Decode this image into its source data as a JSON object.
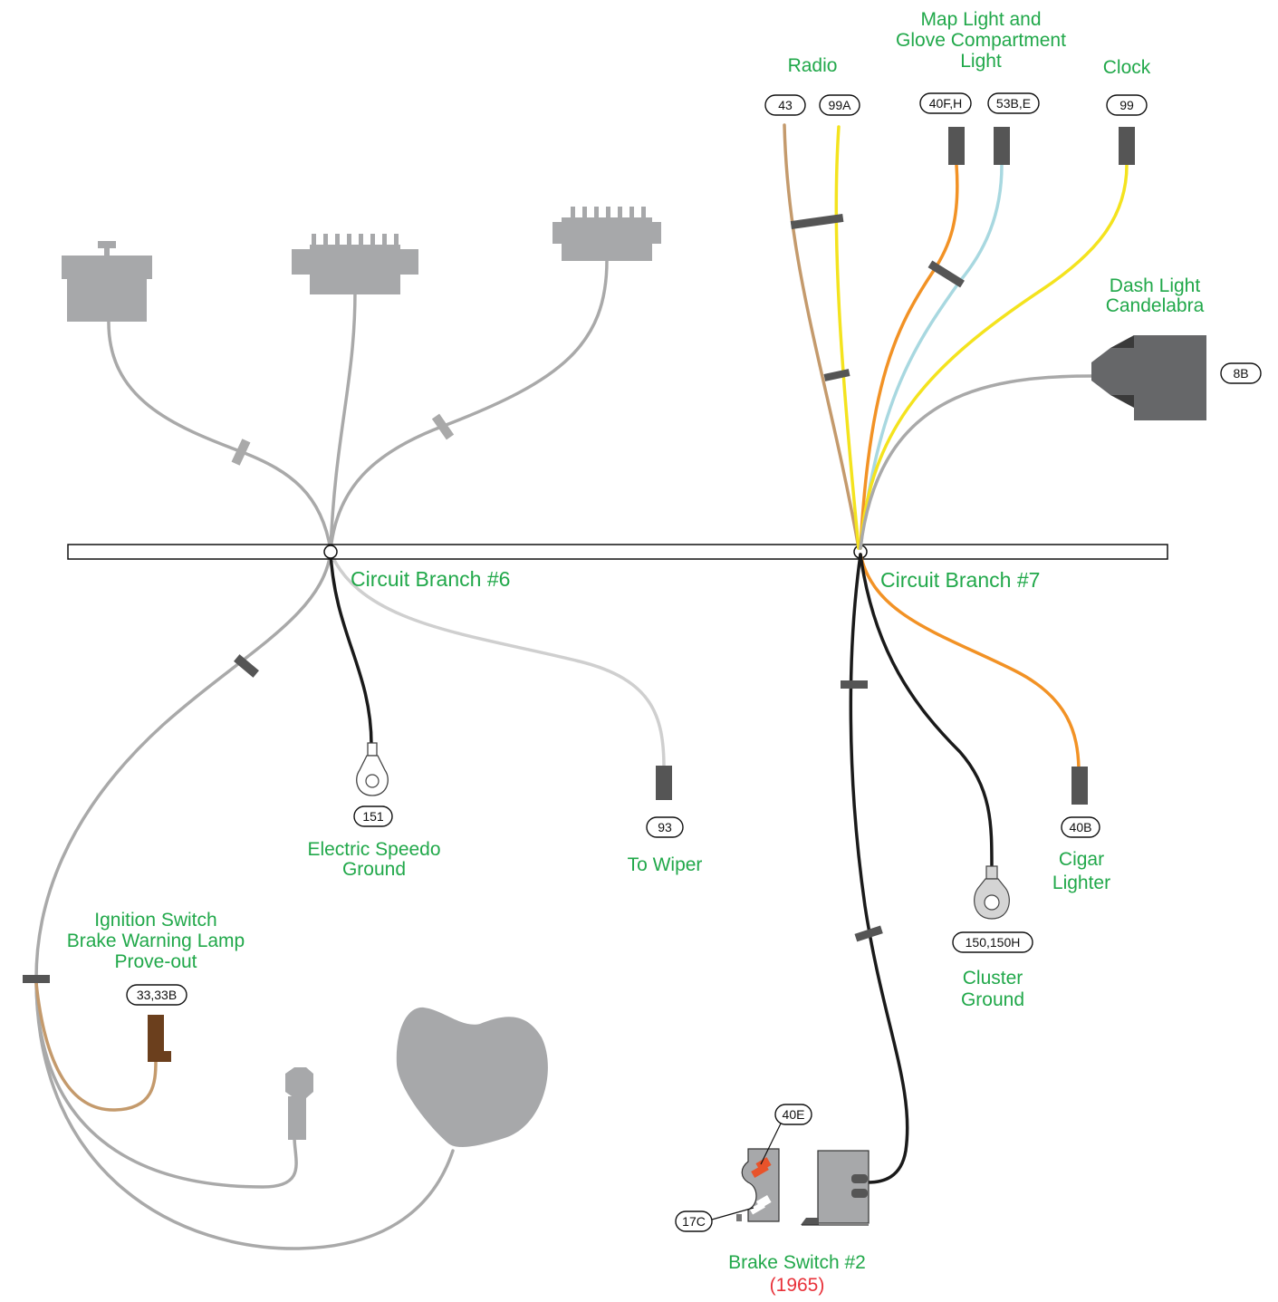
{
  "labels": {
    "branch6": "Circuit Branch #6",
    "branch7": "Circuit Branch #7",
    "radio": "Radio",
    "map_light_1": "Map Light and",
    "map_light_2": "Glove Compartment",
    "map_light_3": "Light",
    "clock": "Clock",
    "dash_light_1": "Dash Light",
    "dash_light_2": "Candelabra",
    "speedo_1": "Electric Speedo",
    "speedo_2": "Ground",
    "wiper": "To Wiper",
    "cigar_1": "Cigar",
    "cigar_2": "Lighter",
    "cluster_1": "Cluster",
    "cluster_2": "Ground",
    "ignition_1": "Ignition Switch",
    "ignition_2": "Brake Warning Lamp",
    "ignition_3": "Prove-out",
    "brake_1": "Brake Switch #2",
    "brake_year": "(1965)"
  },
  "tags": {
    "radio_a": "43",
    "radio_b": "99A",
    "map_a": "40F,H",
    "map_b": "53B,E",
    "clock": "99",
    "dash": "8B",
    "speedo": "151",
    "wiper": "93",
    "cigar": "40B",
    "cluster": "150,150H",
    "ignition": "33,33B",
    "brake_a": "40E",
    "brake_b": "17C"
  },
  "colors": {
    "label_green": "#21a84a",
    "label_red": "#e8323a",
    "wire_gray": "#a9a9a9",
    "wire_light_gray": "#cfcfcf",
    "wire_black": "#1a1a1a",
    "wire_tan": "#c49a6c",
    "wire_yellow": "#f4e31e",
    "wire_orange": "#f29225",
    "wire_light_blue": "#a8d8e0",
    "connector_dark": "#555555",
    "connector_gray": "#a7a8aa"
  }
}
